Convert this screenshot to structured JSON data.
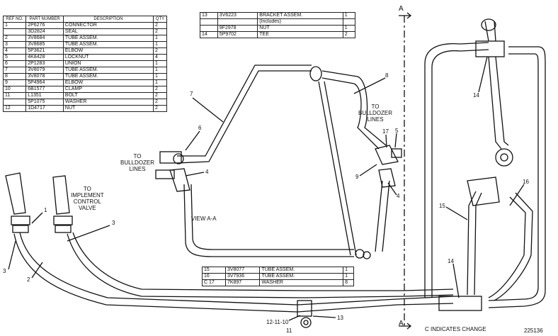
{
  "main_table": {
    "headers": {
      "ref": "REF NO.",
      "part": "PART NUMBER",
      "desc": "DESCRIPTION",
      "qty": "QTY"
    },
    "rows": [
      {
        "ref": "1",
        "part": "2P6276",
        "desc": "CONNECTOR",
        "qty": "2"
      },
      {
        "ref": "",
        "part": "3D2824",
        "desc": "SEAL",
        "qty": "2"
      },
      {
        "ref": "2",
        "part": "3V8684",
        "desc": "TUBE ASSEM.",
        "qty": "1"
      },
      {
        "ref": "3",
        "part": "3V8685",
        "desc": "TUBE ASSEM.",
        "qty": "1"
      },
      {
        "ref": "4",
        "part": "5P3621",
        "desc": "ELBOW",
        "qty": "2"
      },
      {
        "ref": "5",
        "part": "4K8428",
        "desc": "LOCKNUT",
        "qty": "4"
      },
      {
        "ref": "6",
        "part": "2P1283",
        "desc": "UNION",
        "qty": "1"
      },
      {
        "ref": "7",
        "part": "3V8079",
        "desc": "TUBE ASSEM.",
        "qty": "1"
      },
      {
        "ref": "8",
        "part": "3V8078",
        "desc": "TUBE ASSEM.",
        "qty": "1"
      },
      {
        "ref": "9",
        "part": "5P4964",
        "desc": "ELBOW",
        "qty": "1"
      },
      {
        "ref": "10",
        "part": "6B1577",
        "desc": "CLAMP",
        "qty": "2"
      },
      {
        "ref": "11",
        "part": "L1351",
        "desc": "BOLT",
        "qty": "2"
      },
      {
        "ref": "",
        "part": "5P1075",
        "desc": "WASHER",
        "qty": "2"
      },
      {
        "ref": "12",
        "part": "1D4717",
        "desc": "NUT",
        "qty": "2"
      }
    ]
  },
  "top_table": {
    "rows": [
      {
        "ref": "13",
        "part": "3V6223",
        "desc": "BRACKET ASSEM.",
        "qty": "1"
      },
      {
        "ref": "",
        "part": "",
        "desc": "(Includes)",
        "qty": ""
      },
      {
        "ref": "",
        "part": "9F2978",
        "desc": "NUT",
        "qty": "1"
      },
      {
        "ref": "14",
        "part": "5P9702",
        "desc": "TEE",
        "qty": "2"
      }
    ]
  },
  "bottom_table": {
    "rows": [
      {
        "ref": "15",
        "part": "3V8077",
        "desc": "TUBE ASSEM.",
        "qty": "1"
      },
      {
        "ref": "16",
        "part": "3V7936",
        "desc": "TUBE ASSEM.",
        "qty": "1"
      },
      {
        "ref": "C 17",
        "part": "7K897",
        "desc": "WASHER",
        "qty": "8"
      }
    ]
  },
  "labels": {
    "to_bulldozer_left": "TO\nBULLDOZER\nLINES",
    "to_bulldozer_right": "TO\nBULLDOZER\nLINES",
    "to_implement": "TO\nIMPLEMENT\nCONTROL\nVALVE",
    "view_aa": "VIEW A-A",
    "section_a_top": "A",
    "section_a_bottom": "A",
    "change_note": "C INDICATES CHANGE",
    "drawing_number": "225136"
  },
  "callouts": {
    "c1": "1",
    "c2": "2",
    "c3a": "3",
    "c3b": "3",
    "c4a": "4",
    "c4b": "4",
    "c5": "5",
    "c6": "6",
    "c7": "7",
    "c8": "8",
    "c9": "9",
    "c11": "11",
    "c12_11_10": "12-11-10",
    "c13": "13",
    "c14a": "14",
    "c14b": "14",
    "c15": "15",
    "c16": "16",
    "c17": "17"
  },
  "colors": {
    "ink": "#111111",
    "paper": "#ffffff"
  }
}
